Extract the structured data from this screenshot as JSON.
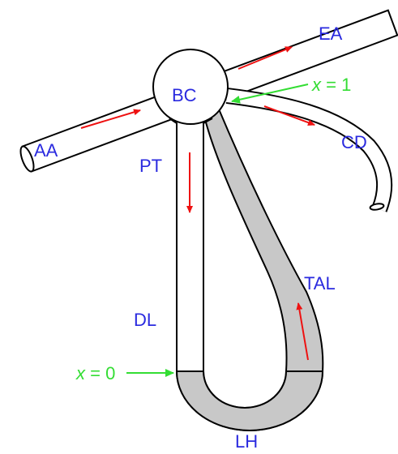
{
  "labels": {
    "ea": "EA",
    "bc": "BC",
    "aa": "AA",
    "pt": "PT",
    "cd": "CD",
    "tal": "TAL",
    "dl": "DL",
    "lh": "LH",
    "x_top_var": "x",
    "x_top_rest": " = 1",
    "x_bottom_var": "x",
    "x_bottom_rest": " = 0"
  },
  "colors": {
    "outline": "#000000",
    "tube_fill": "#ffffff",
    "thick_segment_fill": "#c8c8c8",
    "flow_arrow": "#ee1111",
    "marker_arrow": "#33dd33",
    "label_text": "#2a2adf"
  },
  "icons": {
    "flow": "flow-arrow-icon",
    "marker": "pointer-arrow-icon"
  }
}
